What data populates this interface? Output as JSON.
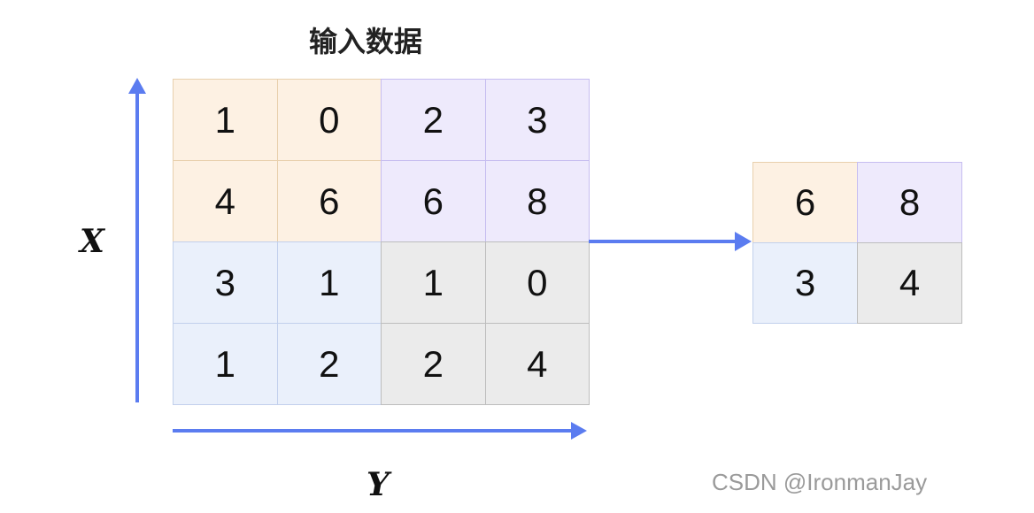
{
  "title": "输入数据",
  "input_matrix": [
    [
      1,
      0,
      2,
      3
    ],
    [
      4,
      6,
      6,
      8
    ],
    [
      3,
      1,
      1,
      0
    ],
    [
      1,
      2,
      2,
      4
    ]
  ],
  "output_matrix": [
    [
      6,
      8
    ],
    [
      3,
      4
    ]
  ],
  "axis_x_label": "X",
  "axis_y_label": "Y",
  "watermark": "CSDN @IronmanJay",
  "colors": {
    "arrow": "#5b7cf0",
    "q_top_left": "#fdf1e3",
    "q_top_right": "#eeeafc",
    "q_bottom_left": "#eaf0fb",
    "q_bottom_right": "#ebebeb"
  }
}
